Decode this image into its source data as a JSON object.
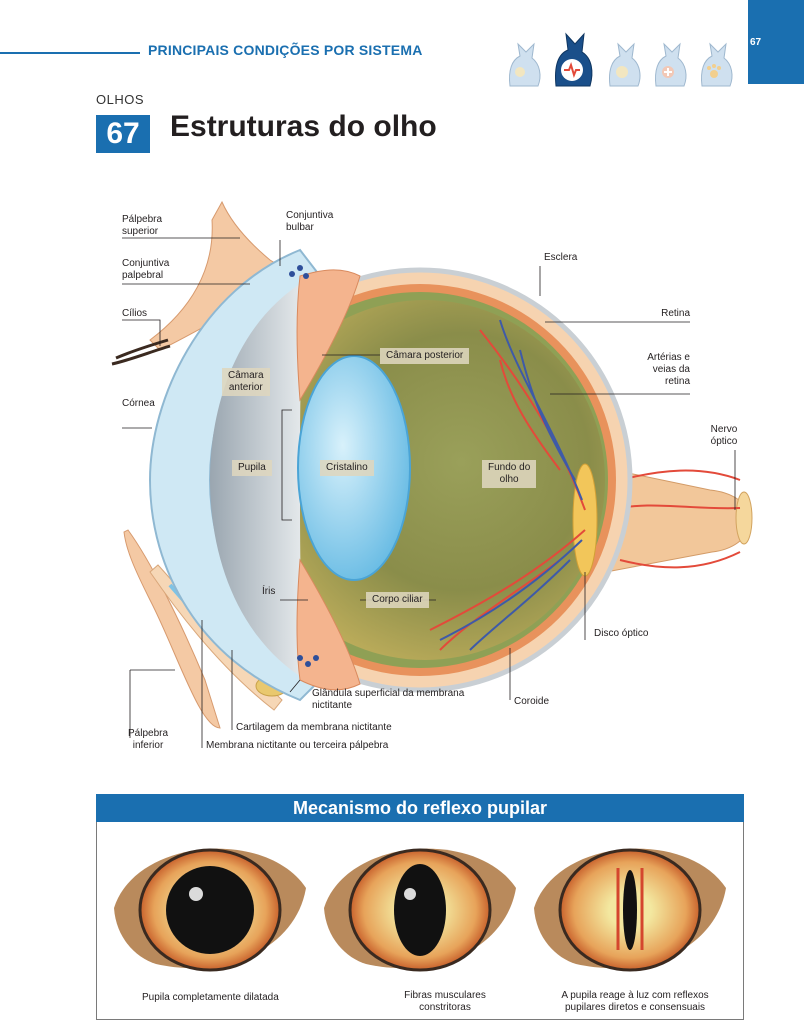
{
  "header": {
    "running_title": "PRINCIPAIS CONDIÇÕES POR SISTEMA",
    "page_number": "67",
    "icons": [
      "cat-bone-icon",
      "cat-heart-icon",
      "cat-pill-icon",
      "cat-cross-icon",
      "cat-paw-icon"
    ]
  },
  "section": "OLHOS",
  "chapter_number": "67",
  "title": "Estruturas do olho",
  "labels": {
    "palpebra_superior": "Pálpebra\nsuperior",
    "conjuntiva_palpebral": "Conjuntiva\npalpebral",
    "cilios": "Cílios",
    "cornea": "Córnea",
    "conjuntiva_bulbar": "Conjuntiva\nbulbar",
    "esclera": "Esclera",
    "retina": "Retina",
    "arterias": "Artérias e\nveias da\nretina",
    "nervo": "Nervo\nóptico",
    "camara_posterior": "Câmara posterior",
    "camara_anterior": "Câmara\nanterior",
    "pupila": "Pupila",
    "cristalino": "Cristalino",
    "fundo": "Fundo do\nolho",
    "iris": "Íris",
    "corpo_ciliar": "Corpo ciliar",
    "disco": "Disco óptico",
    "glandula": "Glândula superficial da membrana\nnictitante",
    "coroide": "Coroide",
    "cartilagem": "Cartilagem da membrana nictitante",
    "palpebra_inferior": "Pálpebra\ninferior",
    "membrana": "Membrana nictitante ou terceira pálpebra"
  },
  "panel": {
    "title": "Mecanismo do reflexo pupilar",
    "captions": [
      "Pupila completamente dilatada",
      "Fibras musculares\nconstritoras",
      "A pupila reage à luz com reflexos\npupilares diretos e consensuais"
    ]
  },
  "colors": {
    "accent": "#1a6fb0"
  }
}
